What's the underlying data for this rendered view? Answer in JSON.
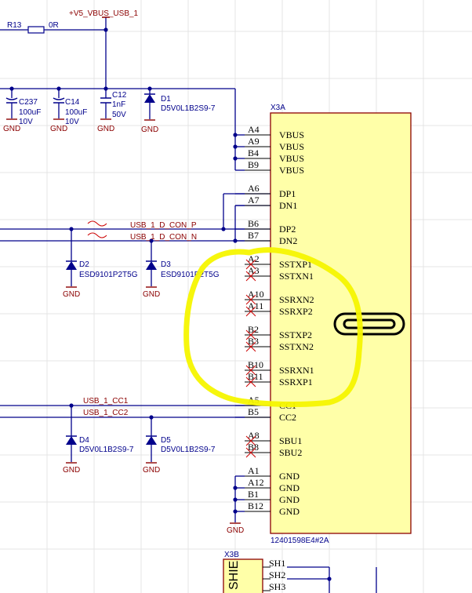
{
  "power_net": "+V5_VBUS_USB_1",
  "resistor": {
    "ref": "R13",
    "value": "0R"
  },
  "capacitors": [
    {
      "ref": "C237",
      "value": "100uF",
      "voltage": "10V"
    },
    {
      "ref": "C14",
      "value": "100uF",
      "voltage": "10V"
    },
    {
      "ref": "C12",
      "value": "1nF",
      "voltage": "50V"
    }
  ],
  "d1": {
    "ref": "D1",
    "part": "D5V0L1B2S9-7"
  },
  "gnd_label": "GND",
  "connector": {
    "ref": "X3A",
    "part": "12401598E4#2A"
  },
  "pins": [
    {
      "num": "A4",
      "name": "VBUS",
      "nc": false
    },
    {
      "num": "A9",
      "name": "VBUS",
      "nc": false
    },
    {
      "num": "B4",
      "name": "VBUS",
      "nc": false
    },
    {
      "num": "B9",
      "name": "VBUS",
      "nc": false
    },
    {
      "num": "A6",
      "name": "DP1",
      "nc": false
    },
    {
      "num": "A7",
      "name": "DN1",
      "nc": false
    },
    {
      "num": "B6",
      "name": "DP2",
      "nc": false
    },
    {
      "num": "B7",
      "name": "DN2",
      "nc": false
    },
    {
      "num": "A2",
      "name": "SSTXP1",
      "nc": true
    },
    {
      "num": "A3",
      "name": "SSTXN1",
      "nc": true
    },
    {
      "num": "A10",
      "name": "SSRXN2",
      "nc": true
    },
    {
      "num": "A11",
      "name": "SSRXP2",
      "nc": true
    },
    {
      "num": "B2",
      "name": "SSTXP2",
      "nc": true
    },
    {
      "num": "B3",
      "name": "SSTXN2",
      "nc": true
    },
    {
      "num": "B10",
      "name": "SSRXN1",
      "nc": true
    },
    {
      "num": "B11",
      "name": "SSRXP1",
      "nc": true
    },
    {
      "num": "A5",
      "name": "CC1",
      "nc": false
    },
    {
      "num": "B5",
      "name": "CC2",
      "nc": false
    },
    {
      "num": "A8",
      "name": "SBU1",
      "nc": true
    },
    {
      "num": "B8",
      "name": "SBU2",
      "nc": true
    },
    {
      "num": "A1",
      "name": "GND",
      "nc": false
    },
    {
      "num": "A12",
      "name": "GND",
      "nc": false
    },
    {
      "num": "B1",
      "name": "GND",
      "nc": false
    },
    {
      "num": "B12",
      "name": "GND",
      "nc": false
    }
  ],
  "net_dp": "USB_1_D_CON_P",
  "net_dn": "USB_1_D_CON_N",
  "d2": {
    "ref": "D2",
    "part": "ESD9101P2T5G"
  },
  "d3": {
    "ref": "D3",
    "part": "ESD9101P2T5G"
  },
  "net_cc1": "USB_1_CC1",
  "net_cc2": "USB_1_CC2",
  "d4": {
    "ref": "D4",
    "part": "D5V0L1B2S9-7"
  },
  "d5": {
    "ref": "D5",
    "part": "D5V0L1B2S9-7"
  },
  "shield": {
    "ref": "X3B",
    "label": "SHIE",
    "pins": [
      "SH1",
      "SH2",
      "SH3"
    ]
  },
  "colors": {
    "wire": "#00008b",
    "net_label": "#8b0000",
    "body_fill": "#ffffa8",
    "highlight": "#f5f500",
    "nc_mark": "#cc0000"
  }
}
